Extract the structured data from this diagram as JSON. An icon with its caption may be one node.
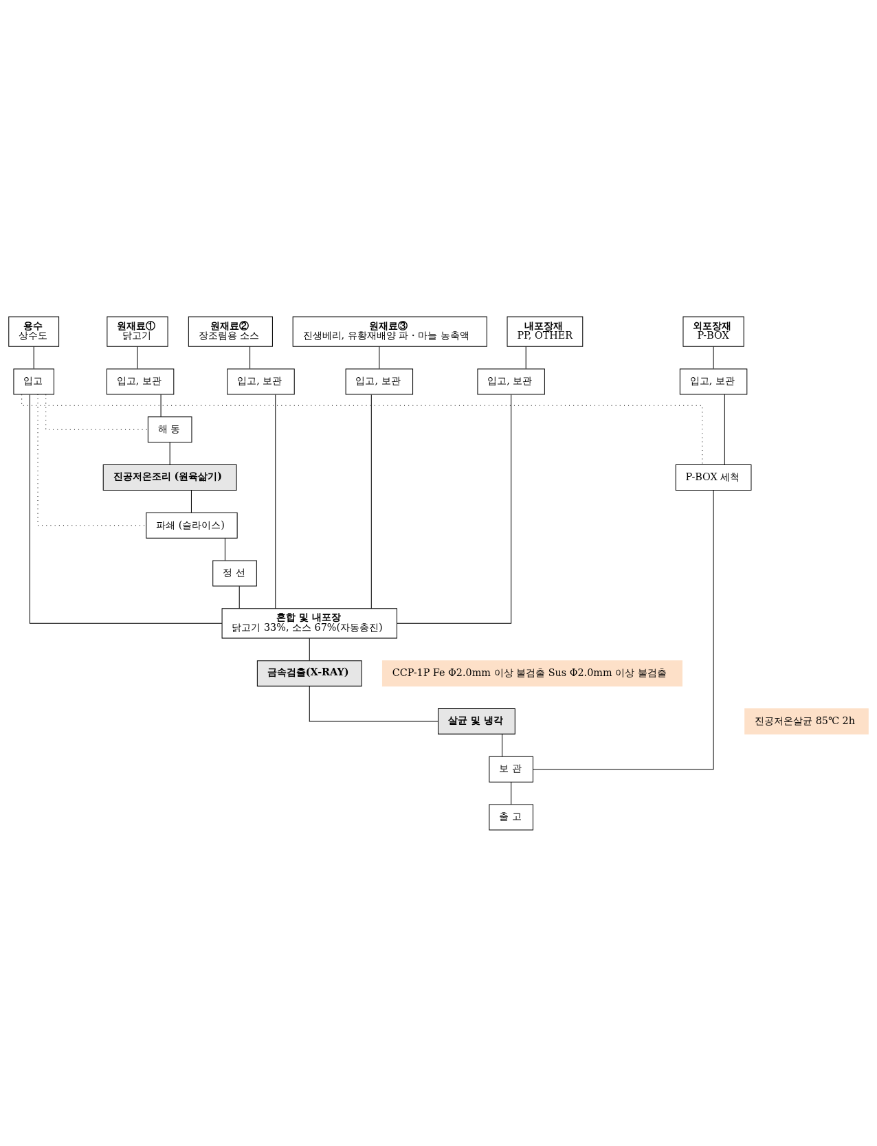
{
  "diagram": {
    "nodes": [
      {
        "text": [
          "원재료①",
          "닭고기"
        ]
      },
      {
        "text": [
          "원재료②",
          "장조림용 소스"
        ]
      },
      {
        "text": [
          "원재료③",
          "진생베리, 유황재배양 파・마늘 농축액"
        ]
      },
      {
        "text": [
          "용수",
          "상수도"
        ]
      },
      {
        "text": [
          "내포장재",
          "PP, OTHER"
        ]
      },
      {
        "text": [
          "외포장재",
          "P-BOX"
        ]
      },
      {
        "text": [
          "입고, 보관"
        ]
      },
      {
        "text": [
          "입고, 보관"
        ]
      },
      {
        "text": [
          "입고, 보관"
        ]
      },
      {
        "text": [
          "입고"
        ]
      },
      {
        "text": [
          "입고, 보관"
        ]
      },
      {
        "text": [
          "입고, 보관"
        ]
      },
      {
        "text": [
          "해 동"
        ]
      },
      {
        "text": [
          "P-BOX 세척"
        ]
      },
      {
        "text": [
          "진공저온조리 (원육삶기)"
        ]
      },
      {
        "text": [
          "파쇄 (슬라이스)"
        ]
      },
      {
        "text": [
          "정 선"
        ]
      },
      {
        "text": [
          "혼합 및 내포장",
          "닭고기 33%, 소스 67%(자동충진)"
        ]
      },
      {
        "text": [
          "금속검출(X-RAY)"
        ]
      },
      {
        "text": [
          "CCP-1P Fe Φ2.0mm 이상 불검출 Sus Φ2.0mm 이상 불검출"
        ]
      },
      {
        "text": [
          "살균 및 냉각"
        ]
      },
      {
        "text": [
          "진공저온살균 85℃ 2h"
        ]
      },
      {
        "text": [
          "보 관"
        ]
      },
      {
        "text": [
          "출 고"
        ]
      }
    ],
    "edges": [
      {
        "from": 0,
        "to": 6,
        "arrow": "none"
      },
      {
        "from": 1,
        "to": 7,
        "arrow": "none"
      },
      {
        "from": 2,
        "to": 8,
        "arrow": "none"
      },
      {
        "from": 3,
        "to": 9,
        "arrow": "none"
      },
      {
        "from": 4,
        "to": 10,
        "arrow": "none"
      },
      {
        "from": 5,
        "to": 11,
        "arrow": "none"
      },
      {
        "from": 6,
        "to": 12,
        "arrow": "none"
      },
      {
        "from": 9,
        "to": 12,
        "arrow": "none",
        "style": "dashed"
      },
      {
        "from": 11,
        "to": 13,
        "arrow": "none"
      },
      {
        "from": 9,
        "to": 13,
        "arrow": "none",
        "style": "dashed"
      },
      {
        "from": 12,
        "to": 14,
        "arrow": "none"
      },
      {
        "from": 14,
        "to": 15,
        "arrow": "none"
      },
      {
        "from": 9,
        "to": 15,
        "arrow": "none",
        "style": "dashed"
      },
      {
        "from": 15,
        "to": 16,
        "arrow": "none"
      },
      {
        "from": 16,
        "to": 17,
        "arrow": "none"
      },
      {
        "from": 7,
        "to": 17,
        "arrow": "none"
      },
      {
        "from": 8,
        "to": 17,
        "arrow": "none"
      },
      {
        "from": 9,
        "to": 17,
        "arrow": "none"
      },
      {
        "from": 10,
        "to": 17,
        "arrow": "none"
      },
      {
        "from": 17,
        "to": 18,
        "arrow": "none"
      },
      {
        "from": 18,
        "to": 20,
        "arrow": "none"
      },
      {
        "from": 20,
        "to": 22,
        "arrow": "none"
      },
      {
        "from": 13,
        "to": 22,
        "arrow": "none"
      },
      {
        "from": 22,
        "to": 23,
        "arrow": "none"
      }
    ]
  }
}
